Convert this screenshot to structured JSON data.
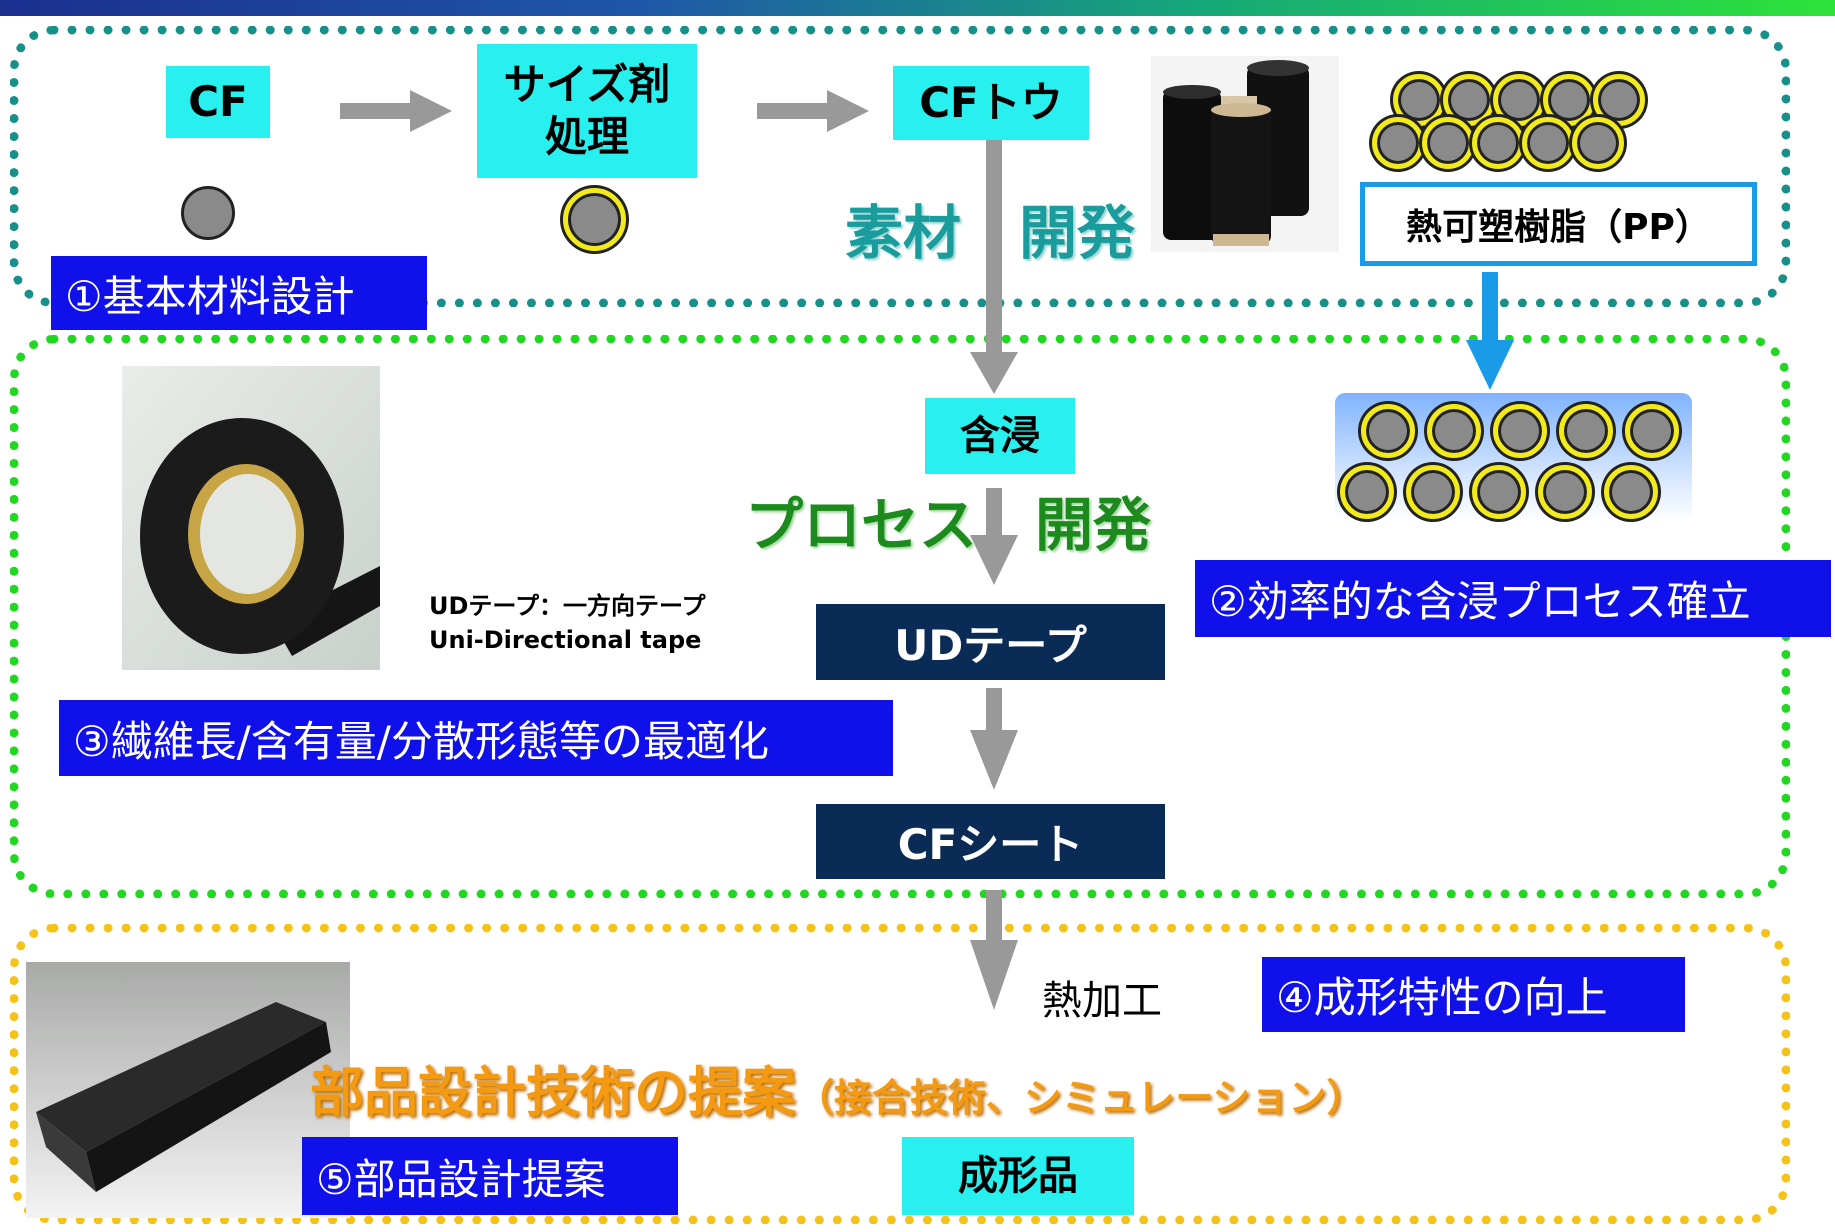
{
  "step_labels": {
    "cf": "CF",
    "sizing": "サイズ剤\n処理",
    "cf_tow": "CFトウ",
    "impregnation": "含浸",
    "molded": "成形品"
  },
  "process_boxes": {
    "ud_tape": "UDテープ",
    "cf_sheet": "CFシート"
  },
  "resin_label": "熱可塑樹脂（PP）",
  "headings": {
    "material_dev": "素材　開発",
    "process_dev": "プロセス　開発",
    "parts_design_main": "部品設計技術の提案",
    "parts_design_sub": "（接合技術、シミュレーション）"
  },
  "ud_caption": {
    "line1": "UDテープ：一方向テープ",
    "line2": "Uni-Directional tape"
  },
  "heat_label": "熱加工",
  "themes": {
    "t1": "①基本材料設計",
    "t2": "②効率的な含浸プロセス確立",
    "t3": "③繊維長/含有量/分散形態等の最適化",
    "t4": "④成形特性の向上",
    "t5": "⑤部品設計提案"
  },
  "colors": {
    "section1_border": "#18908a",
    "section2_border": "#22d722",
    "section3_border": "#f5c21a",
    "cyan": "#27f0ef",
    "navy": "#0b2b57",
    "theme_blue": "#1010ea",
    "material_text": "#1a9c9c",
    "process_text": "#1d8a1d",
    "parts_text": "#f39a12"
  },
  "icons": [
    "fiber-cross-section-icon",
    "coated-fiber-icon",
    "carbon-fiber-spools-image",
    "ud-tape-roll-image",
    "molded-part-image"
  ]
}
